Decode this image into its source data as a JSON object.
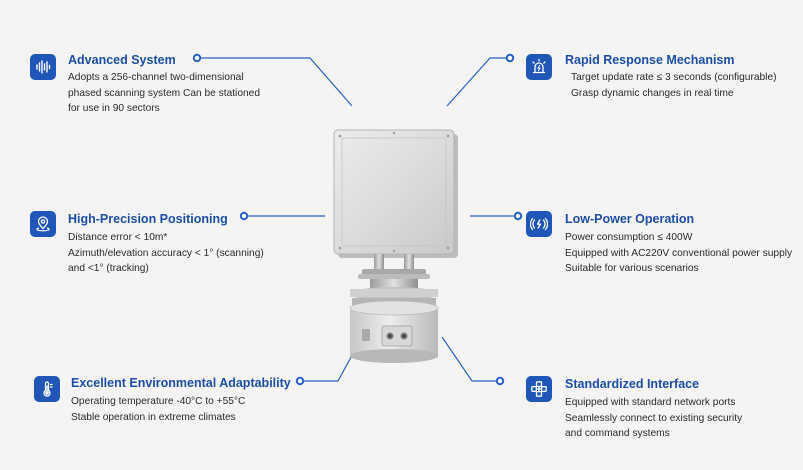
{
  "colors": {
    "accent": "#1f56b8",
    "title": "#1d4ea6",
    "background": "#f4f4f5",
    "line": "#2a62c2"
  },
  "features": [
    {
      "id": "advanced-system",
      "icon": "sound-wave-icon",
      "title": "Advanced System",
      "lines": [
        "Adopts a 256-channel two-dimensional",
        "phased scanning system Can be stationed",
        "for use in 90 sectors"
      ]
    },
    {
      "id": "rapid-response",
      "icon": "alarm-light-icon",
      "title": "Rapid Response Mechanism",
      "lines": [
        "Target update rate ≤ 3 seconds (configurable)",
        "Grasp dynamic changes in real time"
      ]
    },
    {
      "id": "high-precision",
      "icon": "location-pin-icon",
      "title": "High-Precision Positioning",
      "lines": [
        "Distance error < 10m*",
        "Azimuth/elevation accuracy < 1° (scanning)",
        "and <1° (tracking)"
      ]
    },
    {
      "id": "low-power",
      "icon": "power-signal-icon",
      "title": "Low-Power Operation",
      "lines": [
        "Power consumption ≤ 400W",
        "Equipped with AC220V conventional power supply",
        "Suitable for various scenarios"
      ]
    },
    {
      "id": "environmental",
      "icon": "thermometer-icon",
      "title": "Excellent Environmental Adaptability",
      "lines": [
        "Operating temperature -40°C to +55°C",
        "Stable operation in extreme climates"
      ]
    },
    {
      "id": "standardized-interface",
      "icon": "network-interface-icon",
      "title": "Standardized Interface",
      "lines": [
        "Equipped with standard network ports",
        "Seamlessly connect to existing security",
        "and command systems"
      ]
    }
  ]
}
